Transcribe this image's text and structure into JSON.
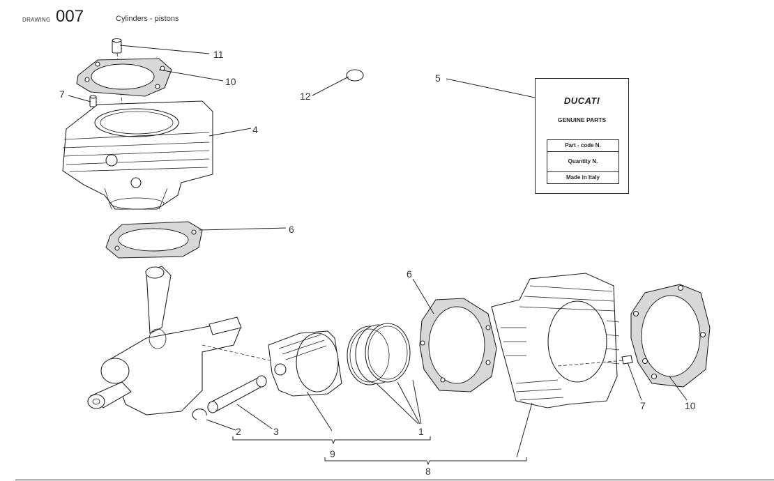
{
  "header": {
    "drawing_label": "DRAWING",
    "drawing_number": "007",
    "title": "Cylinders - pistons"
  },
  "callouts": {
    "c1": "1",
    "c2": "2",
    "c3": "3",
    "c4": "4",
    "c5": "5",
    "c6_top": "6",
    "c6_bottom": "6",
    "c7_left": "7",
    "c7_right": "7",
    "c8": "8",
    "c9": "9",
    "c10_top": "10",
    "c10_right": "10",
    "c11": "11",
    "c12": "12"
  },
  "parts_label": {
    "brand": "DUCATI",
    "genuine": "GENUINE PARTS",
    "part_code": "Part - code N.",
    "quantity": "Quantity N.",
    "made_in": "Made in Italy"
  }
}
